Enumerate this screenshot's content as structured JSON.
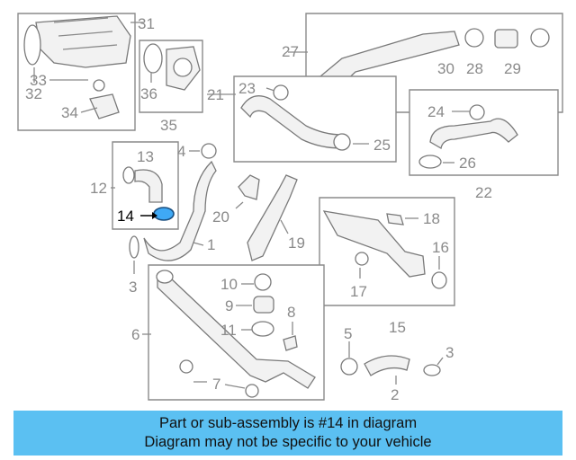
{
  "diagram": {
    "highlight_color": "#3fa9f5",
    "labels": [
      "31",
      "32",
      "33",
      "34",
      "35",
      "36",
      "27",
      "30",
      "28",
      "29",
      "21",
      "23",
      "25",
      "24",
      "26",
      "22",
      "4",
      "13",
      "12",
      "14",
      "1",
      "3",
      "20",
      "19",
      "18",
      "16",
      "17",
      "15",
      "10",
      "9",
      "11",
      "8",
      "6",
      "7",
      "5",
      "3",
      "2"
    ]
  },
  "banner": {
    "background": "#5bc0f2",
    "line1": "Part or sub-assembly is #14 in diagram",
    "line2": "Diagram may not be specific to your vehicle"
  }
}
